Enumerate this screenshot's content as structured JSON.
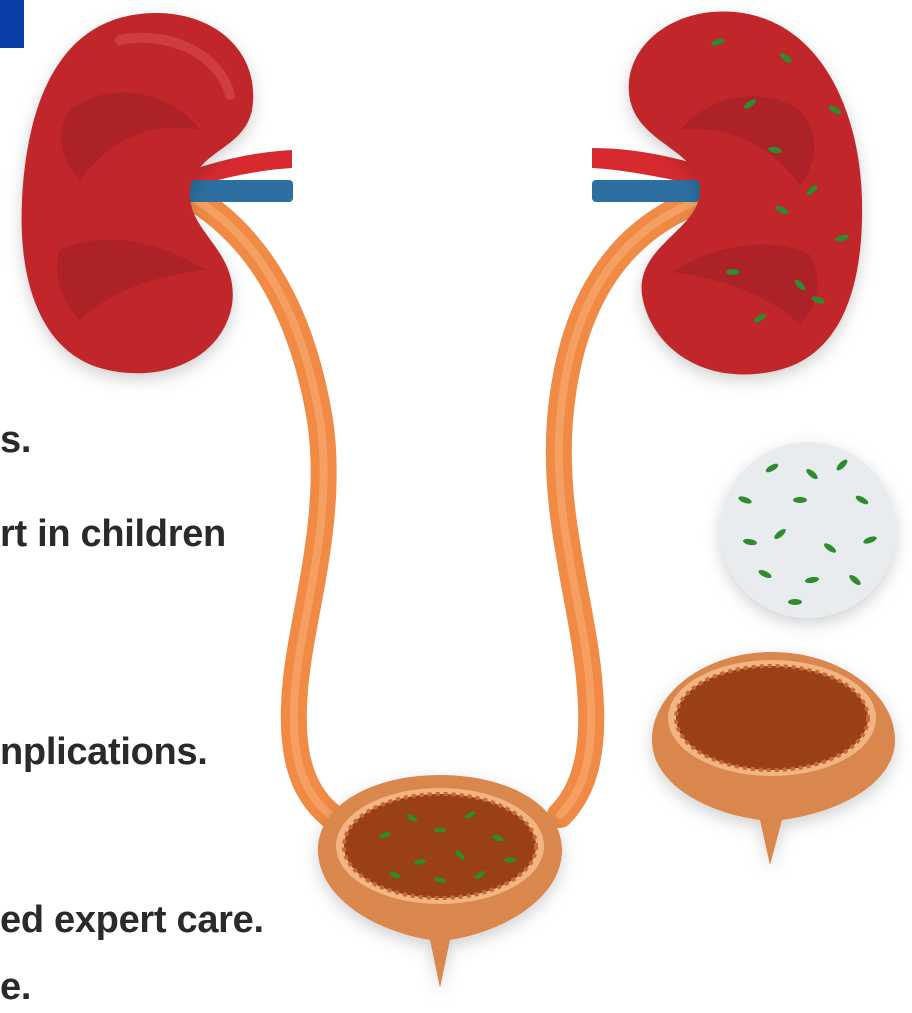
{
  "text_fragments": [
    "s.",
    "rt in children",
    "nplications.",
    "ed expert care.",
    "e."
  ],
  "colors": {
    "accent": "#0b3fa8",
    "kidney": "#c0282c",
    "kidney_dark": "#9d1d22",
    "artery": "#d62a2f",
    "vein": "#2c6fa0",
    "ureter": "#f08a44",
    "bladder_rim": "#d9874e",
    "bladder_inner": "#9a3f14",
    "bacteria": "#2e8b2e",
    "slide": "#e9ecef"
  },
  "icons": [
    "kidney-healthy",
    "kidney-infected",
    "ureter",
    "bladder-infected",
    "bladder-healthy",
    "bacteria-slide"
  ]
}
